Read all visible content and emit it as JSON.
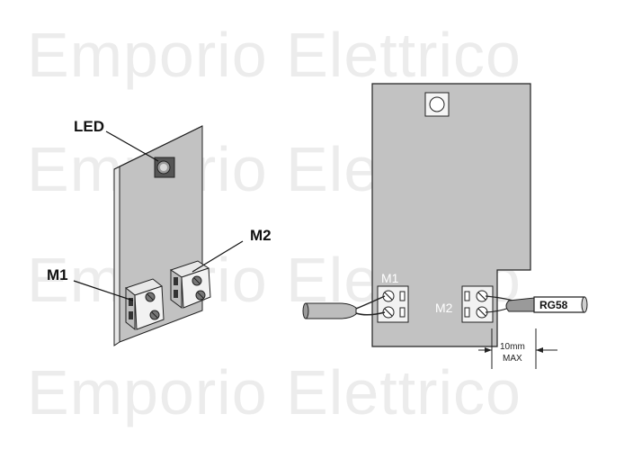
{
  "watermark": {
    "text": "Emporio Elettrico",
    "color": "#ececec"
  },
  "left_diagram": {
    "led_label": "LED",
    "m1_label": "M1",
    "m2_label": "M2"
  },
  "right_diagram": {
    "m1_label": "M1",
    "m2_label": "M2",
    "cable_label": "RG58",
    "dimension_value": "10mm",
    "dimension_note": "MAX"
  },
  "colors": {
    "board": "#c2c2c2",
    "outline": "#222222",
    "cable": "#9a9a9a"
  }
}
